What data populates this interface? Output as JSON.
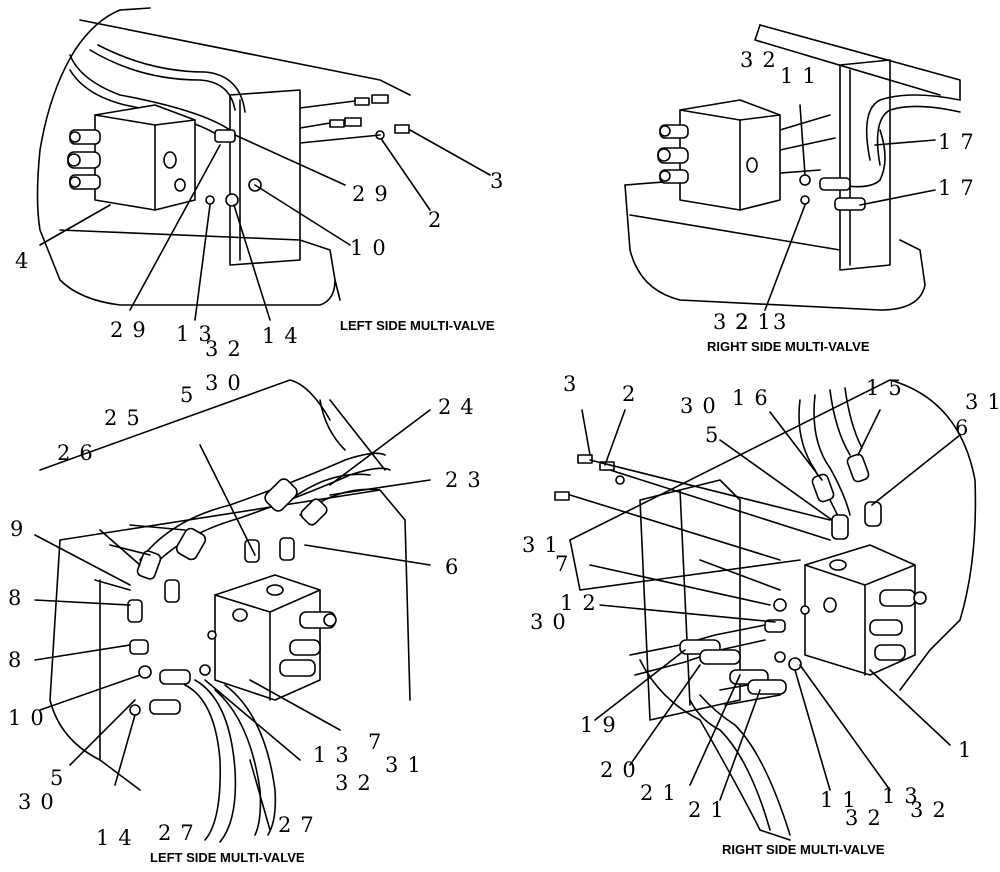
{
  "captions": {
    "top_left": "LEFT SIDE MULTI-VALVE",
    "top_right": "RIGHT SIDE MULTI-VALVE",
    "bottom_left": "LEFT SIDE MULTI-VALVE",
    "bottom_right": "RIGHT SIDE MULTI-VALVE"
  },
  "callouts": {
    "top_left": [
      "29",
      "3",
      "2",
      "10",
      "4",
      "29",
      "13",
      "32",
      "14"
    ],
    "top_right": [
      "32",
      "11",
      "17",
      "17",
      "32",
      "21",
      "3"
    ],
    "bottom_left": [
      "30",
      "25",
      "5",
      "24",
      "26",
      "23",
      "9",
      "6",
      "8",
      "8",
      "10",
      "5",
      "30",
      "13",
      "7",
      "31",
      "32",
      "14",
      "27",
      "27"
    ],
    "bottom_right": [
      "3",
      "2",
      "30",
      "16",
      "15",
      "31",
      "5",
      "6",
      "31",
      "7",
      "12",
      "30",
      "19",
      "20",
      "21",
      "21",
      "1",
      "11",
      "32",
      "13",
      "32"
    ]
  }
}
